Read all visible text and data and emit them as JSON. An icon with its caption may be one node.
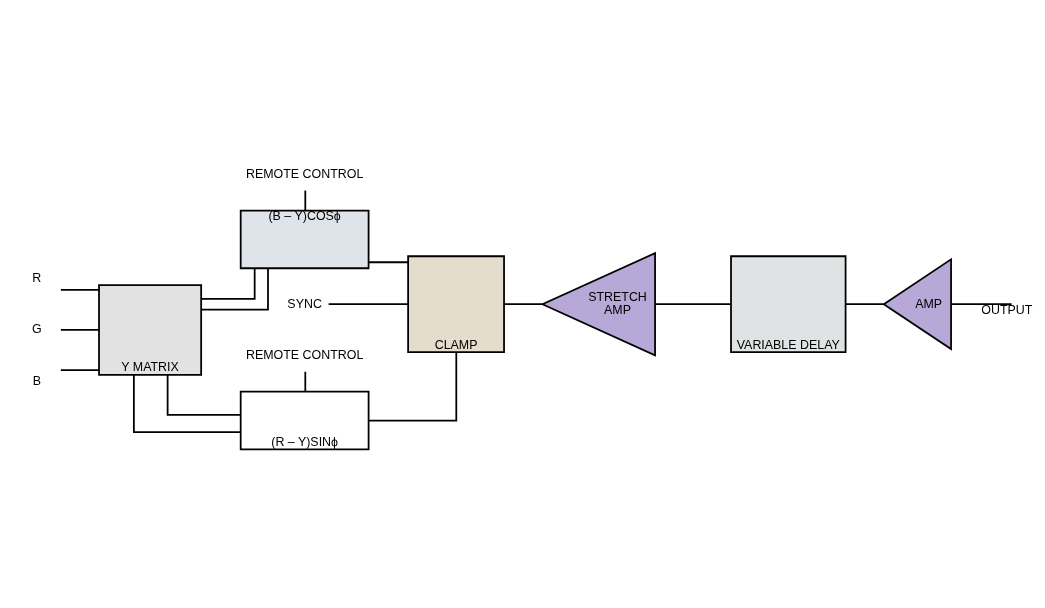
{
  "diagram": {
    "nodes": [
      {
        "text": [
          "R"
        ]
      },
      {
        "text": [
          "G"
        ]
      },
      {
        "text": [
          "B"
        ]
      },
      {
        "text": [
          "Y MATRIX"
        ]
      },
      {
        "text": [
          "REMOTE CONTROL"
        ]
      },
      {
        "text": [
          "(R – Y)SINϕ"
        ]
      },
      {
        "text": [
          "(B – Y)COSϕ"
        ]
      },
      {
        "text": [
          "REMOTE CONTROL"
        ]
      },
      {
        "text": [
          "SYNC"
        ]
      },
      {
        "text": [
          "CLAMP"
        ]
      },
      {
        "text": [
          "STRETCH",
          "AMP"
        ]
      },
      {
        "text": [
          "VARIABLE DELAY"
        ]
      },
      {
        "text": [
          "AMP"
        ]
      }
    ],
    "edges": [
      {
        "from": 0,
        "to": 3,
        "arrow": "none"
      },
      {
        "from": 1,
        "to": 3,
        "arrow": "none"
      },
      {
        "from": 2,
        "to": 3,
        "arrow": "none"
      },
      {
        "from": 3,
        "to": 5,
        "arrow": "none"
      },
      {
        "from": 3,
        "to": 5,
        "arrow": "none"
      },
      {
        "from": 3,
        "to": 6,
        "arrow": "none"
      },
      {
        "from": 3,
        "to": 6,
        "arrow": "none"
      },
      {
        "from": 4,
        "to": 5,
        "arrow": "none"
      },
      {
        "from": 7,
        "to": 6,
        "arrow": "none"
      },
      {
        "from": 5,
        "to": 9,
        "arrow": "none"
      },
      {
        "from": 6,
        "to": 9,
        "arrow": "none"
      },
      {
        "from": 8,
        "to": 9,
        "arrow": "none"
      },
      {
        "from": 9,
        "to": 10,
        "arrow": "none"
      },
      {
        "from": 10,
        "to": 11,
        "arrow": "none"
      },
      {
        "from": 11,
        "to": 12,
        "arrow": "none"
      },
      {
        "from": 12,
        "to": null,
        "arrow": "none",
        "label": "OUTPUT"
      }
    ]
  }
}
